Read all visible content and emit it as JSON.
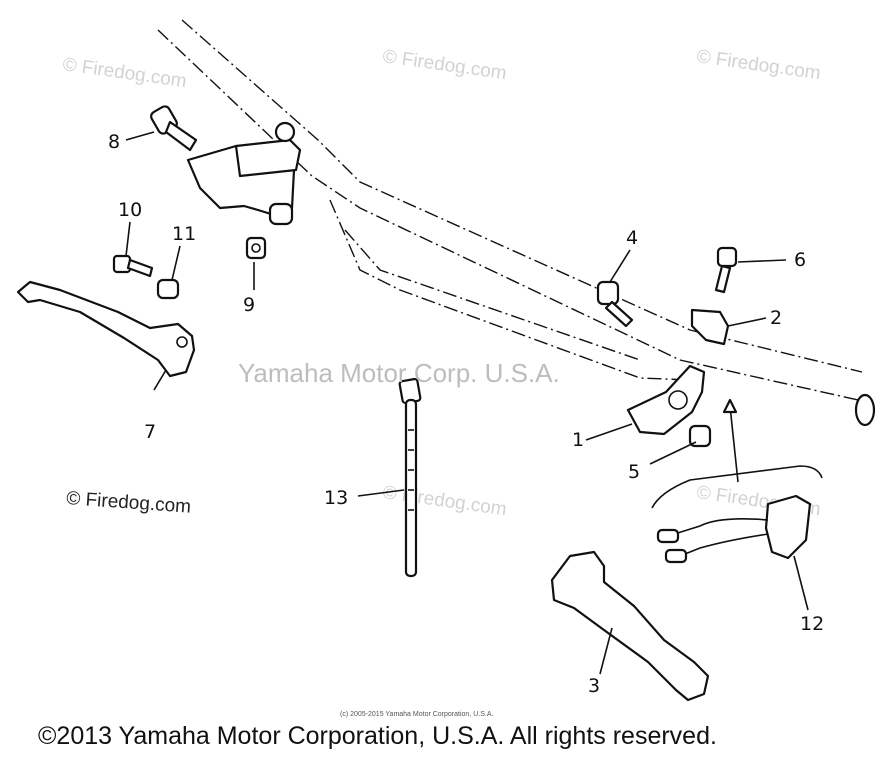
{
  "callouts": {
    "c1": "1",
    "c2": "2",
    "c3": "3",
    "c4": "4",
    "c5": "5",
    "c6": "6",
    "c7": "7",
    "c8": "8",
    "c9": "9",
    "c10": "10",
    "c11": "11",
    "c12": "12",
    "c13": "13"
  },
  "watermarks": {
    "top_left": "© Firedog.com",
    "top_center": "© Firedog.com",
    "top_right": "© Firedog.com",
    "center": "Yamaha Motor Corp. U.S.A.",
    "left": "© Firedog.com",
    "mid": "© Firedog.com",
    "right": "© Firedog.com"
  },
  "small_copyright": "(c) 2005-2015 Yamaha Motor Corporation, U.S.A.",
  "footer": "©2013 Yamaha Motor Corporation, U.S.A. All rights reserved."
}
